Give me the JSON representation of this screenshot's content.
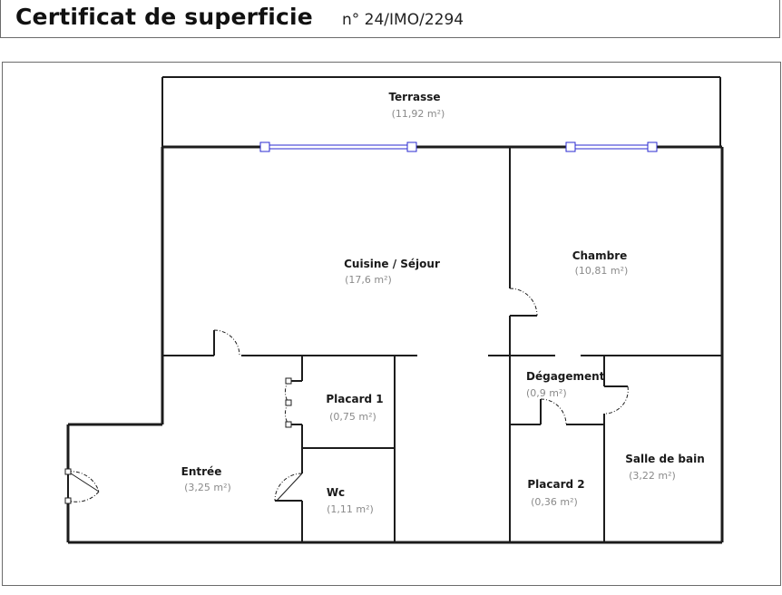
{
  "header": {
    "title": "Certificat de superficie",
    "reference": "n° 24/IMO/2294"
  },
  "colors": {
    "wall": "#1c1c1c",
    "window": "#2a2ad0",
    "area_text": "#8a8a8a"
  },
  "rooms": [
    {
      "id": "terrasse",
      "name": "Terrasse",
      "area": "(11,92 m²)"
    },
    {
      "id": "cuisine-sejour",
      "name": "Cuisine / Séjour",
      "area": "(17,6 m²)"
    },
    {
      "id": "chambre",
      "name": "Chambre",
      "area": "(10,81 m²)"
    },
    {
      "id": "degagement",
      "name": "Dégagement",
      "area": "(0,9 m²)"
    },
    {
      "id": "placard-1",
      "name": "Placard 1",
      "area": "(0,75 m²)"
    },
    {
      "id": "entree",
      "name": "Entrée",
      "area": "(3,25 m²)"
    },
    {
      "id": "wc",
      "name": "Wc",
      "area": "(1,11 m²)"
    },
    {
      "id": "placard-2",
      "name": "Placard 2",
      "area": "(0,36 m²)"
    },
    {
      "id": "salle-de-bain",
      "name": "Salle de bain",
      "area": "(3,22 m²)"
    }
  ]
}
